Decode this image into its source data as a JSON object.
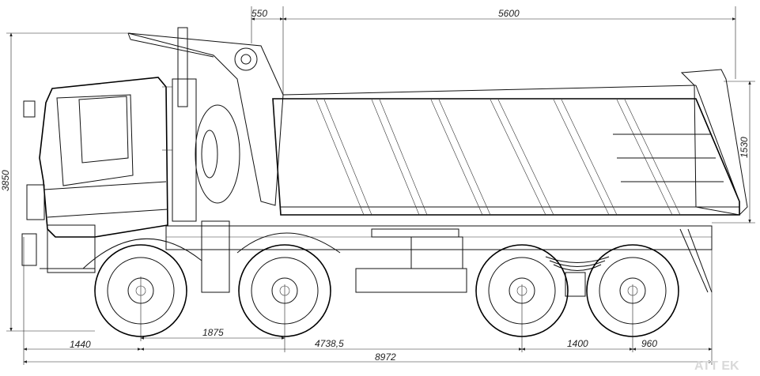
{
  "dimensions": {
    "tailgate_offset": "550",
    "body_length": "5600",
    "body_height": "1530",
    "overall_height": "3850",
    "front_overhang": "1440",
    "cab_to_axle": "1875",
    "wheelbase": "4738,5",
    "tandem_spacing": "1400",
    "rear_overhang": "960",
    "overall_length": "8972"
  },
  "watermark": "ATT EK"
}
